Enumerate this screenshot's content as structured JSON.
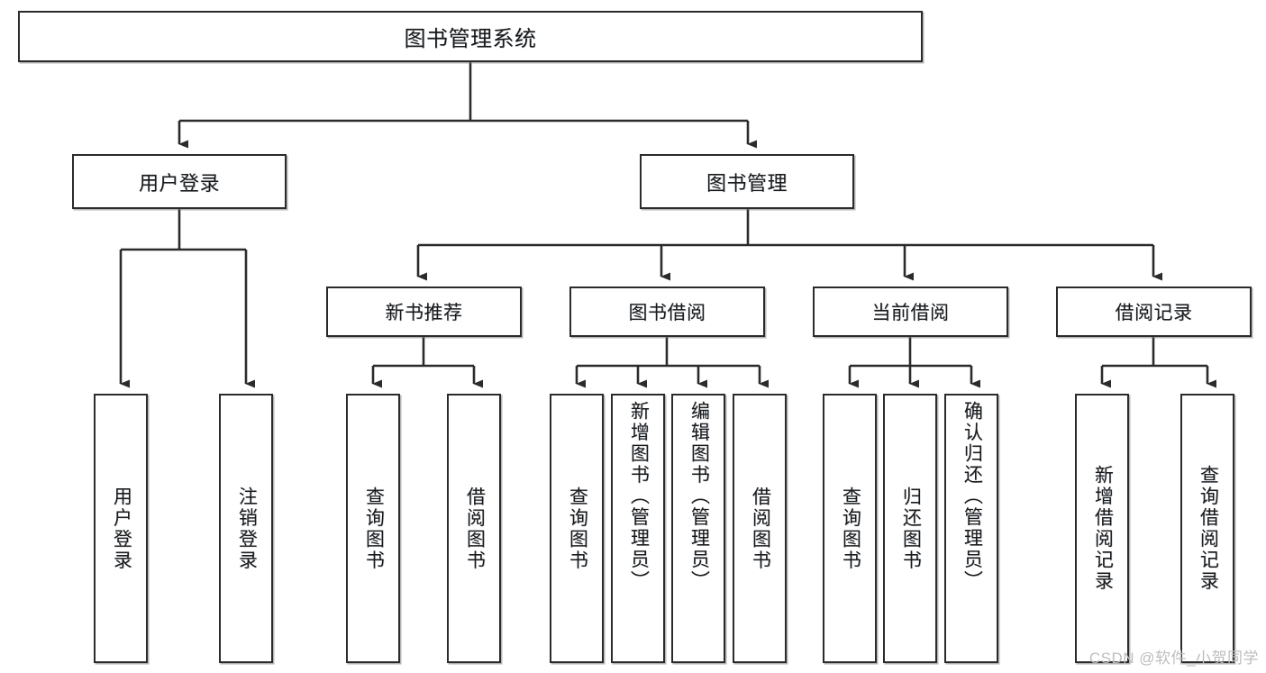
{
  "diagram": {
    "title": "图书管理系统",
    "type": "tree-hierarchy-functional-structure",
    "root": {
      "id": "root",
      "label": "图书管理系统"
    },
    "level1": [
      {
        "id": "user-login",
        "label": "用户登录"
      },
      {
        "id": "book-manage",
        "label": "图书管理"
      }
    ],
    "level2": [
      {
        "id": "new-book-rec",
        "label": "新书推荐",
        "parent": "book-manage"
      },
      {
        "id": "book-borrow",
        "label": "图书借阅",
        "parent": "book-manage"
      },
      {
        "id": "cur-borrow",
        "label": "当前借阅",
        "parent": "book-manage"
      },
      {
        "id": "borrow-log",
        "label": "借阅记录",
        "parent": "book-manage"
      }
    ],
    "leaves": [
      {
        "id": "leaf-user-login",
        "label": "用户登录",
        "parent": "user-login"
      },
      {
        "id": "leaf-user-logout",
        "label": "注销登录",
        "parent": "user-login"
      },
      {
        "id": "leaf-rec-query-book",
        "label": "查询图书",
        "parent": "new-book-rec"
      },
      {
        "id": "leaf-rec-borrow-book",
        "label": "借阅图书",
        "parent": "new-book-rec"
      },
      {
        "id": "leaf-bb-query-book",
        "label": "查询图书",
        "parent": "book-borrow"
      },
      {
        "id": "leaf-bb-add-book",
        "label": "新增图书（管理员）",
        "parent": "book-borrow"
      },
      {
        "id": "leaf-bb-edit-book",
        "label": "编辑图书（管理员）",
        "parent": "book-borrow"
      },
      {
        "id": "leaf-bb-borrow-book",
        "label": "借阅图书",
        "parent": "book-borrow"
      },
      {
        "id": "leaf-cb-query-book",
        "label": "查询图书",
        "parent": "cur-borrow"
      },
      {
        "id": "leaf-cb-return-book",
        "label": "归还图书",
        "parent": "cur-borrow"
      },
      {
        "id": "leaf-cb-confirm-return",
        "label": "确认归还（管理员）",
        "parent": "cur-borrow"
      },
      {
        "id": "leaf-bl-add-record",
        "label": "新增借阅记录",
        "parent": "borrow-log"
      },
      {
        "id": "leaf-bl-query-record",
        "label": "查询借阅记录",
        "parent": "borrow-log"
      }
    ]
  },
  "watermark": {
    "text": "CSDN @软件_小贺同学"
  },
  "colors": {
    "box_border": "#2b2b2b",
    "box_fill": "#ffffff",
    "edge": "#2b2b2b",
    "text": "#1a1a1a",
    "watermark": "#bdbdbd",
    "canvas": "#ffffff"
  }
}
